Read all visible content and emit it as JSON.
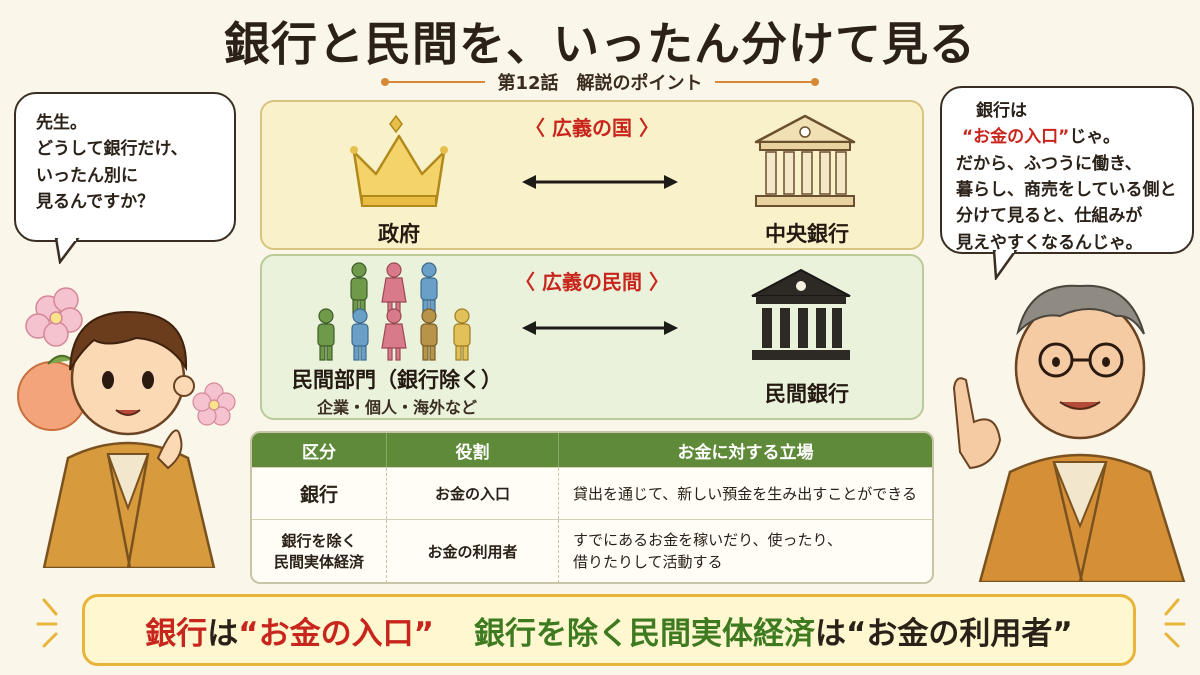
{
  "title": "銀行と民間を、いったん分けて見る",
  "subtitle": "第12話　解説のポイント",
  "state_panel": {
    "label": "〈 広義の国 〉",
    "left_caption": "政府",
    "left_icon": "crown-icon",
    "right_caption": "中央銀行",
    "right_icon": "bank-icon",
    "arrow": "double-arrow-icon"
  },
  "private_panel": {
    "label": "〈 広義の民間 〉",
    "left_caption": "民間部門（銀行除く）",
    "left_sub": "企業・個人・海外など",
    "left_icon": "people-group-icon",
    "right_caption": "民間銀行",
    "right_icon": "bank-icon",
    "arrow": "double-arrow-icon"
  },
  "table": {
    "headers": [
      "区分",
      "役割",
      "お金に対する立場"
    ],
    "rows": [
      {
        "cat": "銀行",
        "role": "お金の入口",
        "stance": "貸出を通じて、新しい預金を生み出すことができる"
      },
      {
        "cat_line1": "銀行を除く",
        "cat_line2": "民間実体経済",
        "role": "お金の利用者",
        "stance_line1": "すでにあるお金を稼いだり、使ったり、",
        "stance_line2": "借りたりして活動する"
      }
    ]
  },
  "banner": {
    "part1_a": "銀行",
    "part1_b": "は",
    "part1_c": "“お金の入口”",
    "part2_a": "銀行を除く民間実体経済",
    "part2_b": "は",
    "part2_c": "“お金の利用者”"
  },
  "bubble_left": [
    "先生。",
    "どうして銀行だけ、",
    "いったん別に",
    "見るんですか？"
  ],
  "bubble_right": {
    "line1": "銀行は",
    "line2_red": "“お金の入口”",
    "line2_tail": "じゃ。",
    "line3": "だから、ふつうに働き、",
    "line4": "暮らし、商売をしている側と",
    "line5": "分けて見ると、仕組みが",
    "line6": "見えやすくなるんじゃ。"
  },
  "colors": {
    "accent_red": "#c8261c",
    "accent_green": "#3e7a1f",
    "table_header": "#5e8a3a",
    "banner_border": "#e9b43a"
  }
}
